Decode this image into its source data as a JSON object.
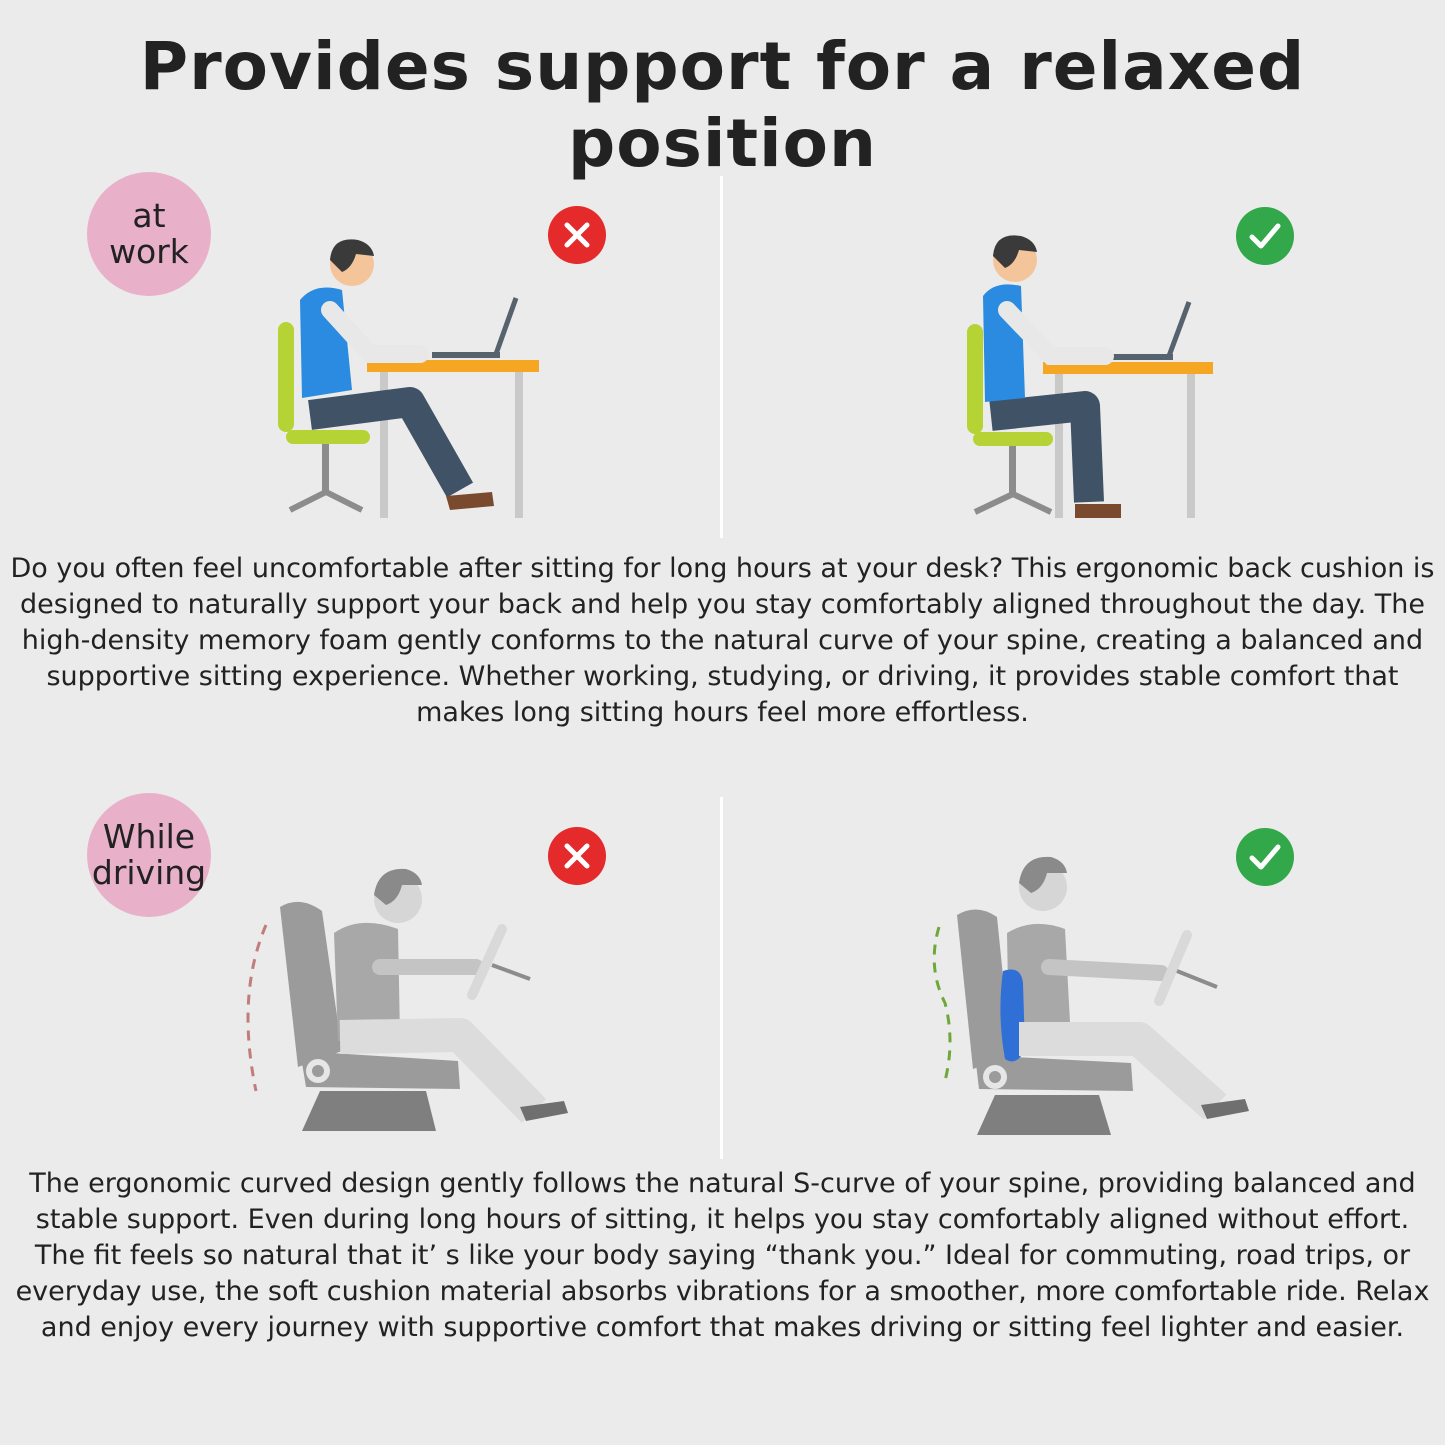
{
  "title": "Provides support for a relaxed position",
  "sections": [
    {
      "badge_lines": [
        "at",
        "work"
      ],
      "wrong_icon": "cross-icon",
      "right_icon": "check-icon",
      "description": "Do you often feel uncomfortable after sitting for long hours at your desk? This ergonomic back cushion is designed to naturally support your back and help you stay comfortably aligned throughout the day. The high-density memory foam gently conforms to the natural curve of your spine, creating a balanced and supportive sitting experience. Whether working, studying, or driving, it provides stable comfort that makes long sitting hours feel more effortless."
    },
    {
      "badge_lines": [
        "While",
        "driving"
      ],
      "wrong_icon": "cross-icon",
      "right_icon": "check-icon",
      "description": "The ergonomic curved design gently follows the natural S-curve of your spine, providing balanced and stable support. Even during long hours of sitting, it helps you stay comfortably aligned without effort. The fit feels so natural that it’ s like your body saying “thank you.” Ideal for commuting, road trips, or everyday use, the soft cushion material absorbs vibrations for a smoother, more comfortable ride. Relax and enjoy every journey with supportive comfort that makes driving or sitting feel lighter and easier."
    }
  ],
  "colors": {
    "background": "#ebebeb",
    "badge": "#e9b1c9",
    "wrong": "#e42a2a",
    "right": "#33a84a",
    "desk": "#f5a623",
    "chair": "#b5d334",
    "vest": "#2a8be0",
    "cushion": "#2f6fd6"
  }
}
